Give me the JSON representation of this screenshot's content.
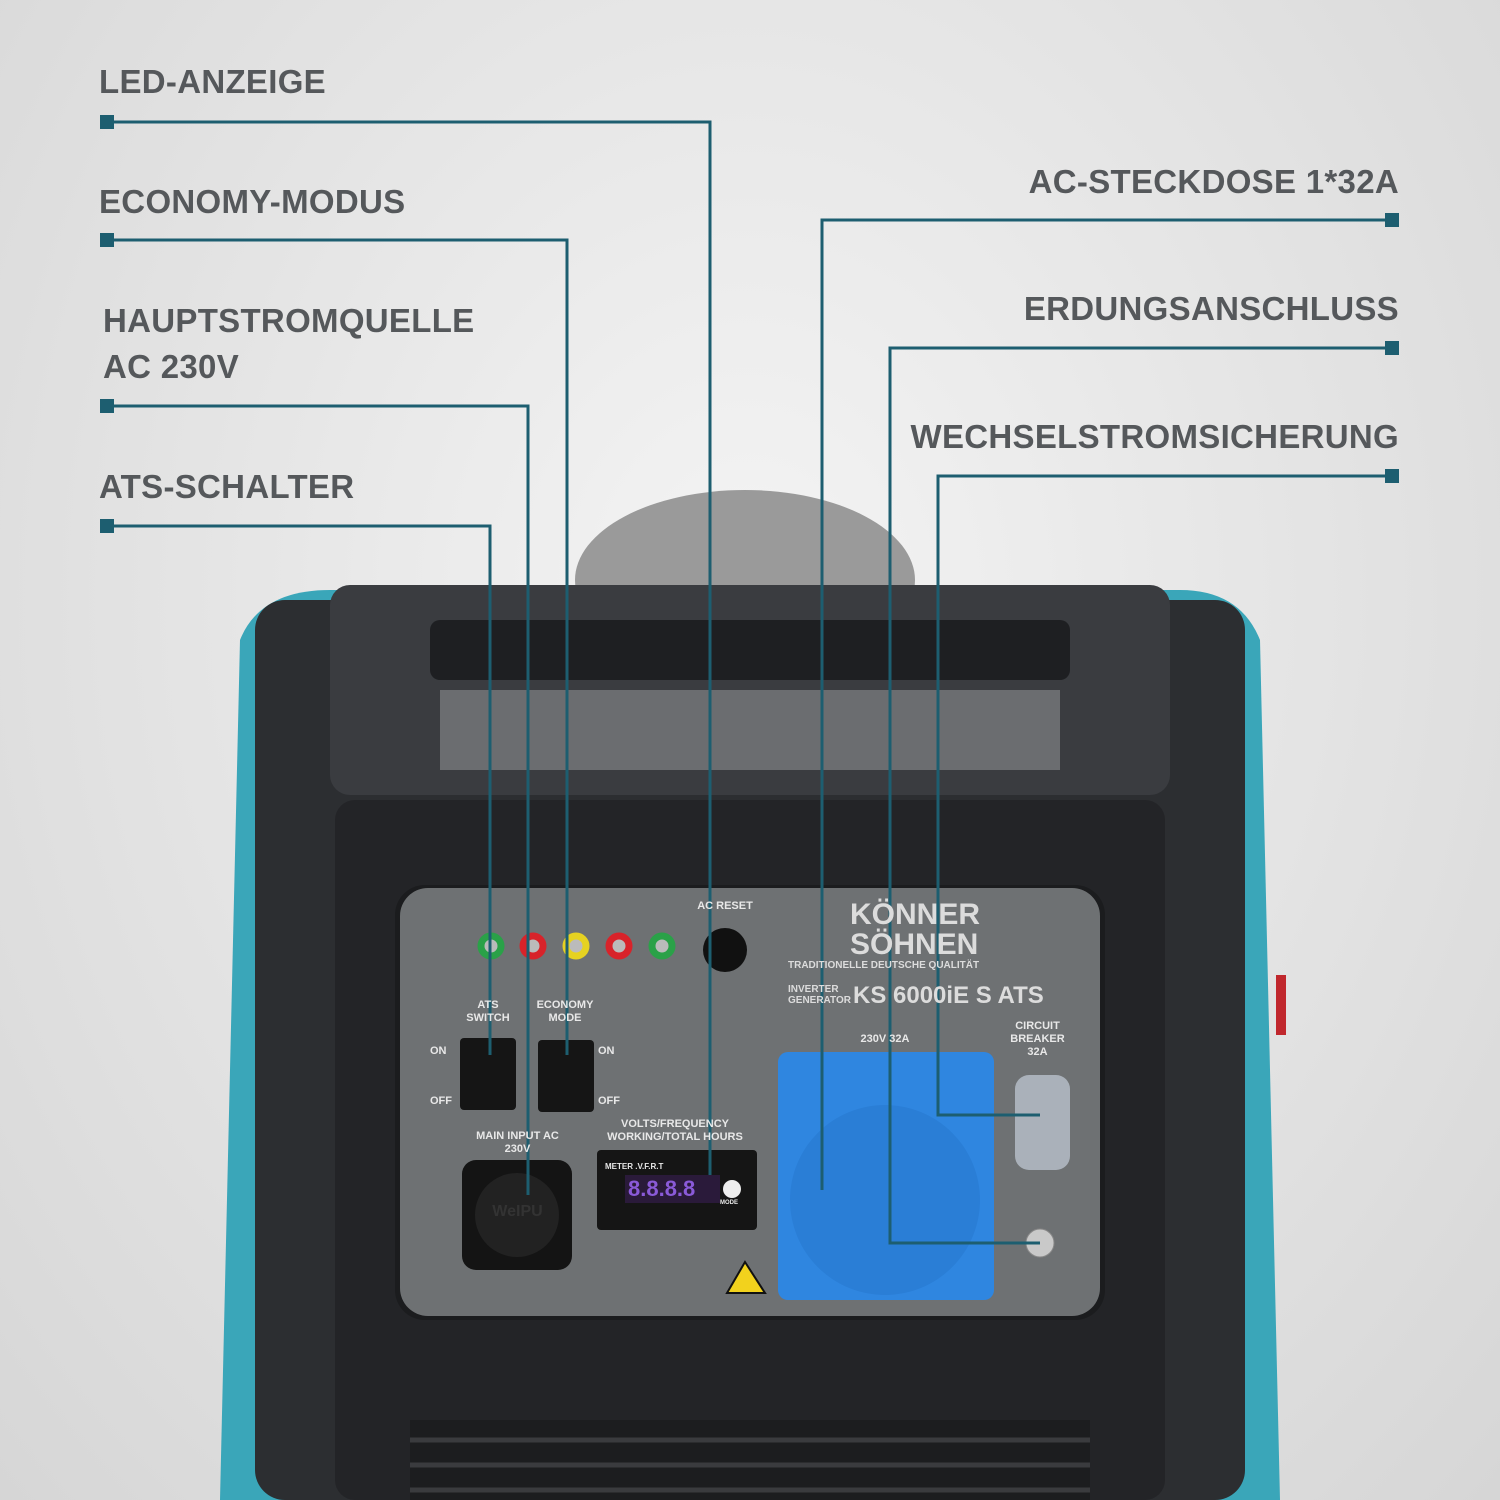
{
  "callouts": {
    "led": "LED-ANZEIGE",
    "economy": "ECONOMY-MODUS",
    "main_line1": "HAUPTSTROMQUELLE",
    "main_line2": "AC 230V",
    "ats": "ATS-SCHALTER",
    "socket": "AC-STECKDOSE 1*32A",
    "ground": "ERDUNGSANSCHLUSS",
    "breaker": "WECHSELSTROMSICHERUNG"
  },
  "panel": {
    "ac_reset": "AC RESET",
    "brand_line1": "KÖNNER",
    "brand_line2": "SÖHNEN",
    "tagline": "TRADITIONELLE DEUTSCHE QUALITÄT",
    "type_line1": "INVERTER",
    "type_line2": "GENERATOR",
    "model": "KS 6000iE S ATS",
    "ats_switch": "ATS SWITCH",
    "economy_mode": "ECONOMY MODE",
    "on": "ON",
    "off": "OFF",
    "main_input": "MAIN INPUT AC 230V",
    "meter_caption": "VOLTS/FREQUENCY WORKING/TOTAL HOURS",
    "meter_label": "METER .V.F.R.T",
    "meter_digits": "8.8.8.8",
    "mode": "MODE",
    "socket_rating": "230V 32A",
    "breaker_label": "CIRCUIT BREAKER 32A",
    "inlet_brand": "WeIPU"
  },
  "colors": {
    "line": "#1d5e70",
    "teal_body": "#3aa6b9",
    "socket_blue": "#2f86e0"
  }
}
